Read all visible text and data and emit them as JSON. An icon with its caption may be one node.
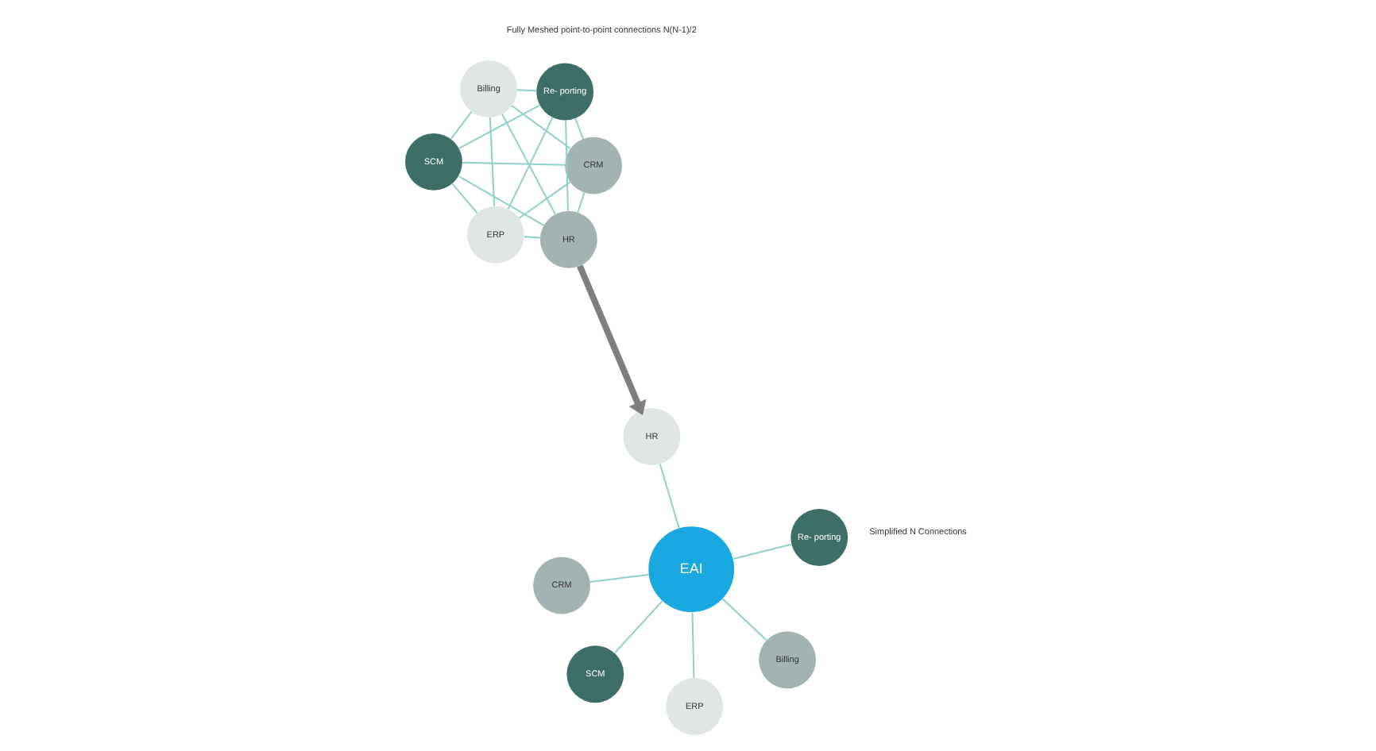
{
  "diagram": {
    "nodes": [
      {
        "text": [
          "SCM"
        ]
      },
      {
        "text": [
          "CRM"
        ]
      },
      {
        "text": [
          "ERP"
        ]
      },
      {
        "text": [
          "Billing"
        ]
      },
      {
        "text": [
          "HR"
        ]
      },
      {
        "text": [
          "Re- porting"
        ]
      },
      {
        "text": [
          "SCM"
        ]
      },
      {
        "text": [
          "Billing"
        ]
      },
      {
        "text": [
          "ERP"
        ]
      },
      {
        "text": [
          "EAI"
        ]
      },
      {
        "text": [
          "HR"
        ]
      },
      {
        "text": [
          "CRM"
        ]
      },
      {
        "text": [
          "Re- porting"
        ]
      }
    ],
    "edges": [
      {
        "from": 0,
        "to": 1,
        "arrow": "none"
      },
      {
        "from": 0,
        "to": 2,
        "arrow": "none"
      },
      {
        "from": 0,
        "to": 3,
        "arrow": "none"
      },
      {
        "from": 0,
        "to": 4,
        "arrow": "none"
      },
      {
        "from": 0,
        "to": 5,
        "arrow": "none"
      },
      {
        "from": 1,
        "to": 2,
        "arrow": "none"
      },
      {
        "from": 1,
        "to": 3,
        "arrow": "none"
      },
      {
        "from": 1,
        "to": 4,
        "arrow": "none"
      },
      {
        "from": 1,
        "to": 5,
        "arrow": "none"
      },
      {
        "from": 2,
        "to": 3,
        "arrow": "none"
      },
      {
        "from": 2,
        "to": 4,
        "arrow": "none"
      },
      {
        "from": 2,
        "to": 5,
        "arrow": "none"
      },
      {
        "from": 3,
        "to": 4,
        "arrow": "none"
      },
      {
        "from": 3,
        "to": 5,
        "arrow": "none"
      },
      {
        "from": 4,
        "to": 5,
        "arrow": "none"
      },
      {
        "from": 4,
        "to": 10,
        "arrow": "to",
        "style": "thick",
        "color": "#7f7f7f"
      },
      {
        "from": 9,
        "to": 6,
        "arrow": "none"
      },
      {
        "from": 9,
        "to": 7,
        "arrow": "none"
      },
      {
        "from": 9,
        "to": 8,
        "arrow": "none"
      },
      {
        "from": 9,
        "to": 10,
        "arrow": "none"
      },
      {
        "from": 9,
        "to": 11,
        "arrow": "none"
      },
      {
        "from": 9,
        "to": 12,
        "arrow": "none"
      }
    ],
    "labels": [
      "Fully Meshed point-to-point connections N(N-1)/2",
      "Simplified N Connections"
    ]
  }
}
